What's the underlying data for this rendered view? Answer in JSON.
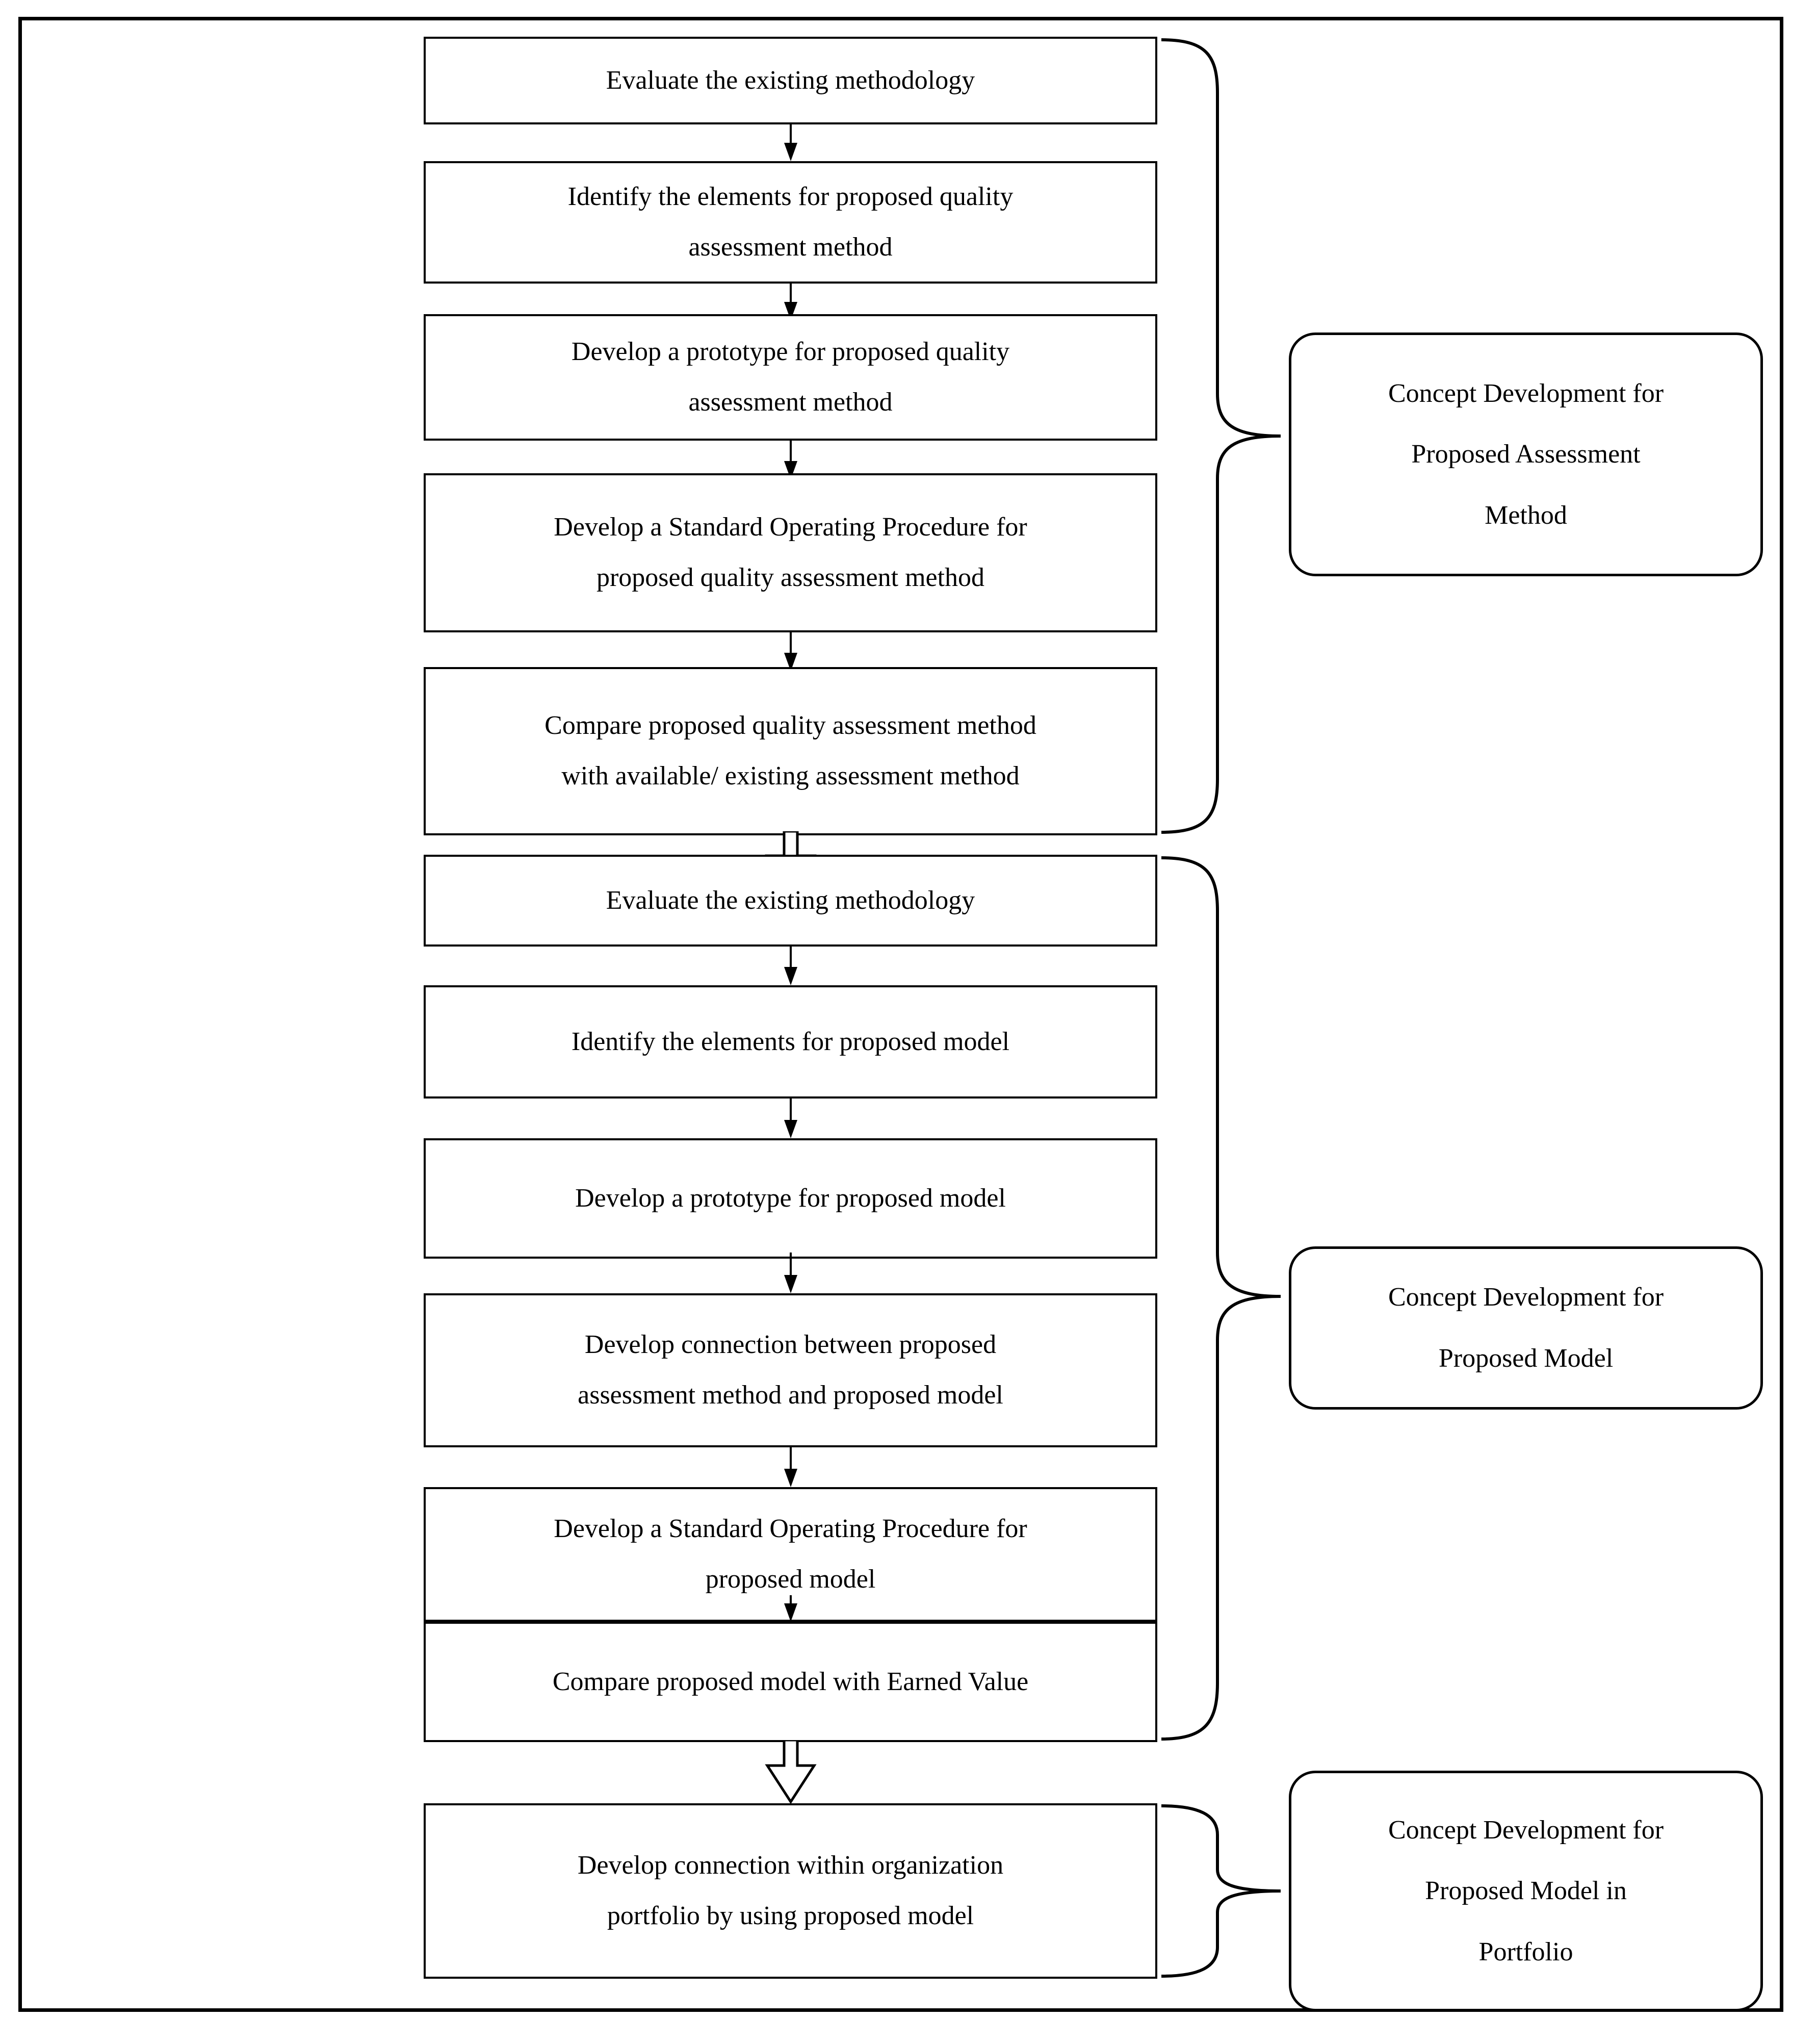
{
  "diagram": {
    "title": "Research methodology flowchart",
    "colors": {
      "line": "#000000",
      "background": "#ffffff",
      "text": "#000000"
    },
    "steps": [
      {
        "id": "step-1",
        "lines": [
          "Evaluate the existing methodology"
        ]
      },
      {
        "id": "step-2",
        "lines": [
          "Identify the elements for proposed quality",
          "assessment method"
        ]
      },
      {
        "id": "step-3",
        "lines": [
          "Develop a prototype for proposed quality",
          "assessment method"
        ]
      },
      {
        "id": "step-4",
        "lines": [
          "Develop a Standard Operating Procedure for",
          "proposed quality assessment method"
        ]
      },
      {
        "id": "step-5",
        "lines": [
          "Compare proposed quality assessment method",
          "with available/ existing assessment method"
        ]
      },
      {
        "id": "step-6",
        "lines": [
          "Evaluate the existing methodology"
        ]
      },
      {
        "id": "step-7",
        "lines": [
          "Identify the elements for proposed model"
        ]
      },
      {
        "id": "step-8",
        "lines": [
          "Develop a prototype for proposed model"
        ]
      },
      {
        "id": "step-9",
        "lines": [
          "Develop connection between proposed",
          "assessment method and proposed model"
        ]
      },
      {
        "id": "step-10",
        "lines": [
          "Develop a Standard Operating Procedure for",
          "proposed model"
        ]
      },
      {
        "id": "step-11",
        "lines": [
          "Compare proposed model with Earned Value"
        ]
      },
      {
        "id": "step-12",
        "lines": [
          "Develop connection within organization",
          "portfolio by using proposed model"
        ]
      }
    ],
    "groups": [
      {
        "id": "group-1",
        "lines": [
          "Concept Development for",
          "Proposed Assessment",
          "Method"
        ]
      },
      {
        "id": "group-2",
        "lines": [
          "Concept Development for",
          "Proposed Model"
        ]
      },
      {
        "id": "group-3",
        "lines": [
          "Concept Development for",
          "Proposed Model in",
          "Portfolio"
        ]
      }
    ],
    "connectors": {
      "solid_arrow": "down-arrow",
      "block_arrow": "hollow-down-block-arrow",
      "brace": "right-curly-brace"
    }
  }
}
